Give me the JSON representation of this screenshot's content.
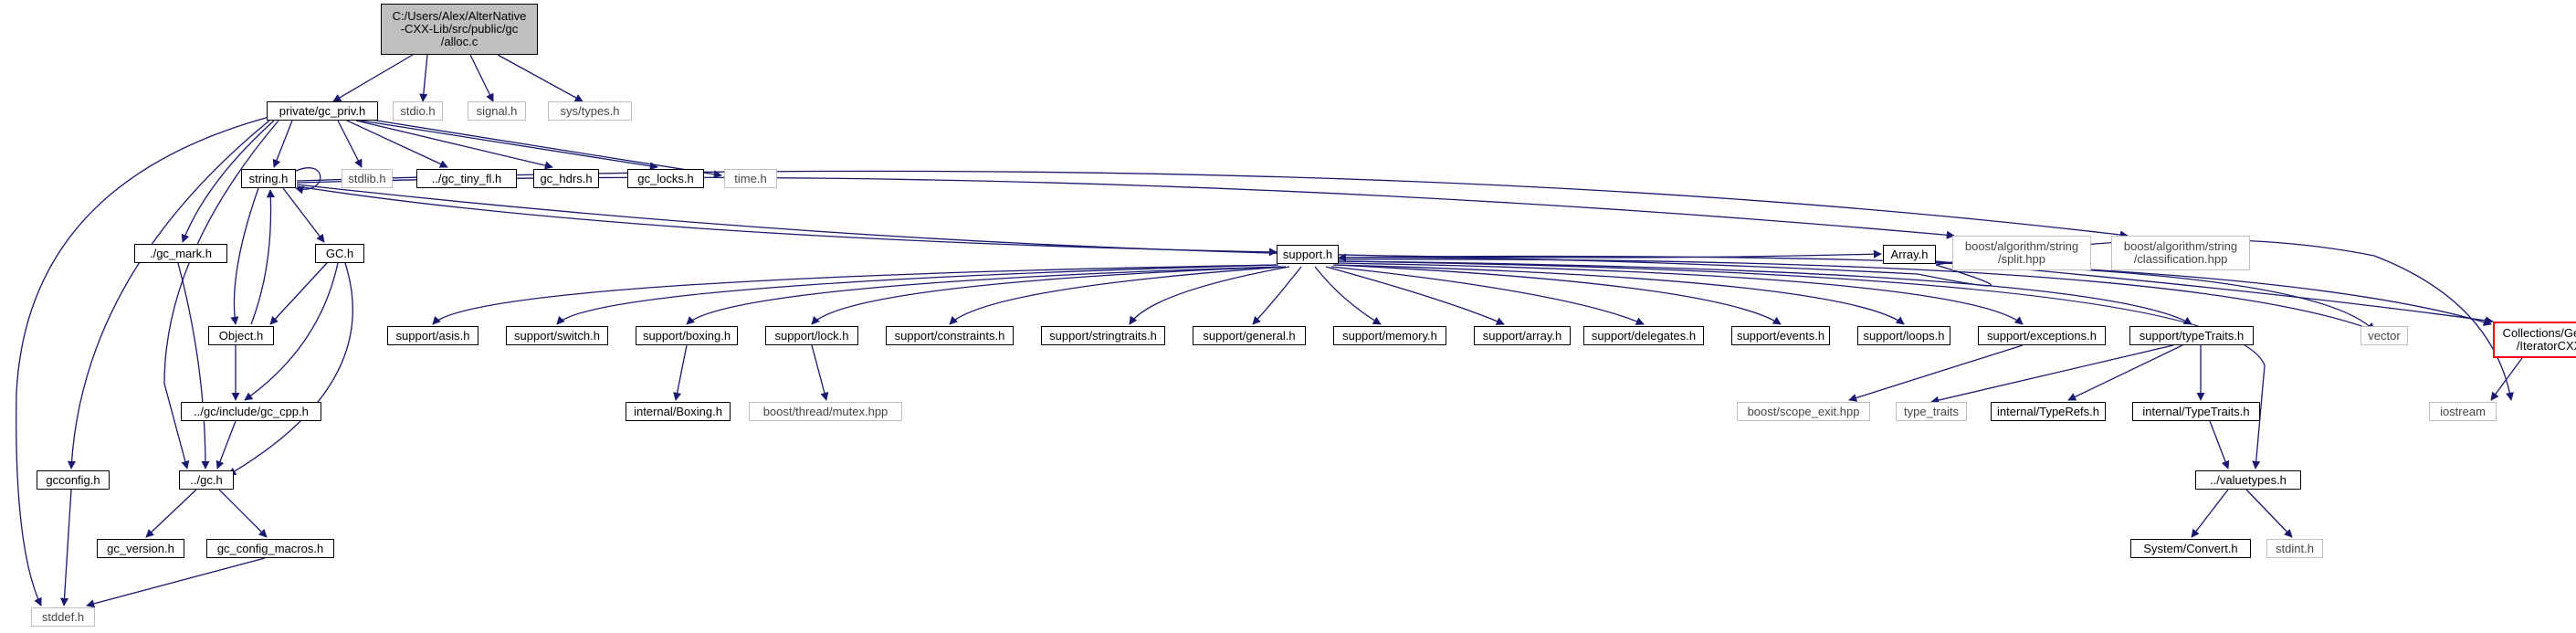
{
  "graph": {
    "root": "C:/Users/Alex/AlterNative\n-CXX-Lib/src/public/gc\n/alloc.c",
    "nodes": {
      "gc_priv": "private/gc_priv.h",
      "stdio": "stdio.h",
      "signal": "signal.h",
      "systypes": "sys/types.h",
      "string": "string.h",
      "stdlib": "stdlib.h",
      "gc_tiny_fl": "../gc_tiny_fl.h",
      "gc_hdrs": "gc_hdrs.h",
      "gc_locks": "gc_locks.h",
      "time": "time.h",
      "gc_mark": "./gc_mark.h",
      "GC": "GC.h",
      "Object": "Object.h",
      "gc_cpp": "../gc/include/gc_cpp.h",
      "gc": "../gc.h",
      "gcconfig": "gcconfig.h",
      "gc_version": "gc_version.h",
      "gc_config_macros": "gc_config_macros.h",
      "stddef": "stddef.h",
      "support": "support.h",
      "array": "Array.h",
      "split": "boost/algorithm/string\n/split.hpp",
      "classification": "boost/algorithm/string\n/classification.hpp",
      "asis": "support/asis.h",
      "switch": "support/switch.h",
      "boxing": "support/boxing.h",
      "lock": "support/lock.h",
      "constraints": "support/constraints.h",
      "stringtraits": "support/stringtraits.h",
      "general": "support/general.h",
      "memory": "support/memory.h",
      "sarray": "support/array.h",
      "delegates": "support/delegates.h",
      "events": "support/events.h",
      "loops": "support/loops.h",
      "exceptions": "support/exceptions.h",
      "typeTraits": "support/typeTraits.h",
      "vector": "vector",
      "iteratorcxx": "Collections/Generic\n/IteratorCXX.h",
      "internalBoxing": "internal/Boxing.h",
      "mutex": "boost/thread/mutex.hpp",
      "scope_exit": "boost/scope_exit.hpp",
      "type_traits": "type_traits",
      "typeRefs": "internal/TypeRefs.h",
      "internalTypeTraits": "internal/TypeTraits.h",
      "iostream": "iostream",
      "valuetypes": "../valuetypes.h",
      "convert": "System/Convert.h",
      "stdint": "stdint.h"
    }
  },
  "colors": {
    "edge": "#191970",
    "node_border": "#000000",
    "external_border": "#bfbfbf",
    "root_fill": "#bfbfbf",
    "highlight_border": "#ff0000"
  }
}
